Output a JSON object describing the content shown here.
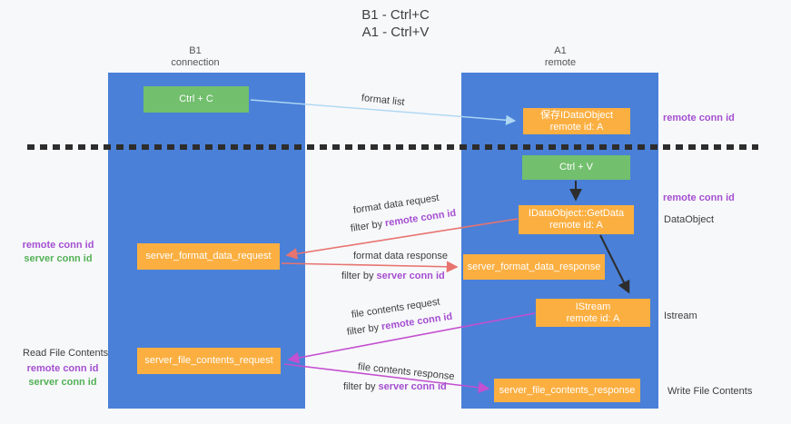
{
  "title": {
    "line1": "B1 - Ctrl+C",
    "line2": "A1 - Ctrl+V"
  },
  "columns": {
    "left": {
      "header_line1": "B1",
      "header_line2": "connection"
    },
    "right": {
      "header_line1": "A1",
      "header_line2": "remote"
    }
  },
  "nodes": {
    "ctrl_c": "Ctrl + C",
    "ctrl_v": "Ctrl + V",
    "save_dataobject": {
      "line1": "保存IDataObject",
      "line2": "remote id: A"
    },
    "getdata": {
      "line1": "IDataObject::GetData",
      "line2": "remote id: A"
    },
    "istream": {
      "line1": "IStream",
      "line2": "remote id: A"
    },
    "format_request": "server_format_data_request",
    "format_response": "server_format_data_response",
    "file_request": "server_file_contents_request",
    "file_response": "server_file_contents_response"
  },
  "annotations": {
    "format_list": "format list",
    "format_data_request": "format data request",
    "format_data_response": "format data response",
    "file_contents_request": "file contents request",
    "file_contents_response": "file contents response",
    "filter_by": "filter by",
    "remote_conn_id": "remote conn id",
    "server_conn_id": "server conn id"
  },
  "side_labels": {
    "left_top": {
      "remote": "remote conn id",
      "server": "server conn id"
    },
    "read_file": "Read File Contents",
    "left_bottom": {
      "remote": "remote conn id",
      "server": "server conn id"
    },
    "right_remote_conn_1": "remote conn id",
    "right_remote_conn_2": "remote conn id",
    "dataobject": "DataObject",
    "istream_label": "Istream",
    "write_file": "Write File Contents"
  },
  "colors": {
    "column_blue": "#4a80d8",
    "box_orange": "#fbaf41",
    "box_green": "#72bf6e",
    "purple_text": "#a44fd0",
    "green_text": "#53b156",
    "arrow_salmon": "#e8736f",
    "arrow_magenta": "#c44fd0",
    "arrow_light_blue": "#aed7f2",
    "arrow_black": "#2d2d2d",
    "background": "#f7f8fa"
  }
}
